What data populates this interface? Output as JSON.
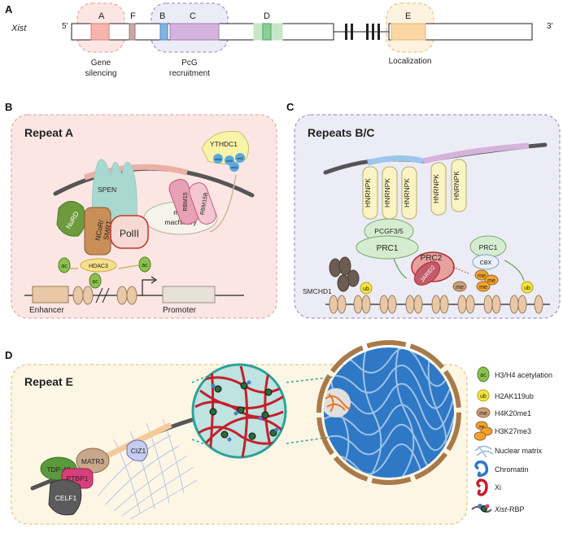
{
  "colors": {
    "panelB_bg": "#fbe6e4",
    "panelB_border": "#e49a8f",
    "panelC_bg": "#ececf6",
    "panelC_border": "#9b7bc4",
    "panelD_bg": "#fdf6e4",
    "panelD_border": "#e7b770",
    "chromatin_blue": "#2e78c6",
    "xi_red": "#c3202b",
    "nucleus_teal": "#2aa39a",
    "nucleus_fill": "#bfe3e0",
    "beige": "#e8c8a6",
    "rna_grey": "#555555"
  },
  "panelA": {
    "letter": "A",
    "gene_name": "Xist",
    "five_prime": "5'",
    "three_prime": "3'",
    "repeats": [
      "A",
      "F",
      "B",
      "C",
      "D",
      "E"
    ],
    "annotations": {
      "gene_silencing_line1": "Gene",
      "gene_silencing_line2": "silencing",
      "pcg_line1": "PcG",
      "pcg_line2": "recruitment",
      "localization": "Localization"
    }
  },
  "panelB": {
    "letter": "B",
    "title": "Repeat A",
    "labels": {
      "ythdc1": "YTHDC1",
      "m6a": "m6A",
      "spen": "SPEN",
      "rbm15": "RBM15",
      "rbm15b": "RBM15B",
      "m6a_machinery_line1": "m6A",
      "m6a_machinery_line2": "machinery",
      "nurd": "NuRD",
      "ncor_line1": "NCoR/",
      "ncor_line2": "SMRT",
      "polii": "PolII",
      "hdac3": "HDAC3",
      "ac": "ac",
      "enhancer": "Enhancer",
      "promoter": "Promoter"
    }
  },
  "panelC": {
    "letter": "C",
    "title": "Repeats B/C",
    "labels": {
      "hnrnpk": "HNRNPK",
      "pcgf": "PCGF3/5",
      "prc1": "PRC1",
      "prc2": "PRC2",
      "jarid2": "JARID2",
      "cbx": "CBX",
      "smchd1": "SMCHD1",
      "ub": "ub",
      "me": "me"
    }
  },
  "panelD": {
    "letter": "D",
    "title": "Repeat E",
    "labels": {
      "tdp43": "TDP-43",
      "matr3": "MATR3",
      "ciz1": "CIZ1",
      "ptbp1": "PTBP1",
      "celf1": "CELF1"
    }
  },
  "legend": [
    {
      "badge": "ac",
      "text": "H3/H4 acetylation"
    },
    {
      "badge": "ub",
      "text": "H2AK119ub"
    },
    {
      "badge": "me",
      "text": "H4K20me1"
    },
    {
      "badge": "me",
      "text": "H3K27me3"
    },
    {
      "badge": "",
      "text": "Nuclear matrix"
    },
    {
      "badge": "",
      "text": "Chromatin"
    },
    {
      "badge": "",
      "text": "Xi"
    },
    {
      "badge": "",
      "text_italic": "Xist",
      "text": "-RBP"
    }
  ]
}
